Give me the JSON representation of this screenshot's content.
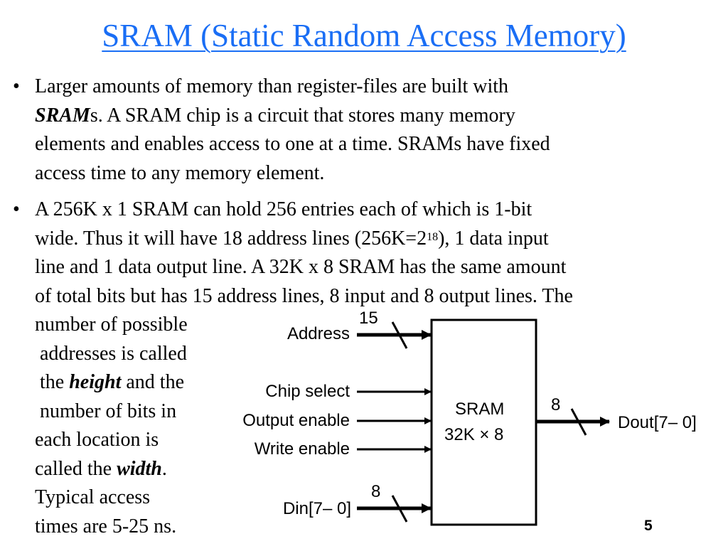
{
  "slide": {
    "title": "SRAM (Static Random Access Memory)",
    "title_color": "#1a6ef5",
    "page_number": "5"
  },
  "bullets": [
    {
      "marker": "•",
      "lines": [
        {
          "parts": [
            {
              "text": "Larger amounts of memory than register-files are built with"
            }
          ]
        },
        {
          "parts": [
            {
              "text": "SRAM",
              "style": "bold-italic"
            },
            {
              "text": "s. A SRAM chip is a circuit that stores many memory"
            }
          ]
        },
        {
          "parts": [
            {
              "text": "elements and enables access to one at a time. SRAMs have fixed"
            }
          ]
        },
        {
          "parts": [
            {
              "text": "access time to any memory element."
            }
          ]
        }
      ]
    },
    {
      "marker": "•",
      "lines": [
        {
          "parts": [
            {
              "text": "A 256K x 1 SRAM can hold 256 entries each of which is 1-bit"
            }
          ]
        },
        {
          "parts": [
            {
              "text": "wide. Thus it will have 18 address lines (256K=2"
            },
            {
              "text": "18",
              "style": "sup"
            },
            {
              "text": "), 1 data input"
            }
          ]
        },
        {
          "parts": [
            {
              "text": "line and 1 data output line. A 32K x 8 SRAM has the same amount"
            }
          ]
        },
        {
          "parts": [
            {
              "text": "of total bits but has 15 address lines, 8 input and 8 output lines. The"
            }
          ]
        },
        {
          "parts": [
            {
              "text": "number of possible"
            }
          ]
        },
        {
          "parts": [
            {
              "text": " addresses is called"
            }
          ]
        },
        {
          "parts": [
            {
              "text": " the "
            },
            {
              "text": "height",
              "style": "bold-italic"
            },
            {
              "text": " and the"
            }
          ]
        },
        {
          "parts": [
            {
              "text": " number of bits in"
            }
          ]
        },
        {
          "parts": [
            {
              "text": "each location is"
            }
          ]
        },
        {
          "parts": [
            {
              "text": "called the "
            },
            {
              "text": "width",
              "style": "bold-italic"
            },
            {
              "text": "."
            }
          ]
        },
        {
          "parts": [
            {
              "text": "Typical access"
            }
          ]
        },
        {
          "parts": [
            {
              "text": "times are 5-25 ns."
            }
          ]
        }
      ]
    }
  ],
  "diagram": {
    "block": {
      "line1": "SRAM",
      "line2": "32K × 8"
    },
    "inputs": [
      {
        "label": "Address",
        "bus_width": "15",
        "bus": true
      },
      {
        "label": "Chip select",
        "bus": false
      },
      {
        "label": "Output enable",
        "bus": false
      },
      {
        "label": "Write enable",
        "bus": false
      },
      {
        "label": "Din[7– 0]",
        "bus_width": "8",
        "bus": true
      }
    ],
    "outputs": [
      {
        "label": "Dout[7– 0]",
        "bus_width": "8",
        "bus": true
      }
    ]
  }
}
